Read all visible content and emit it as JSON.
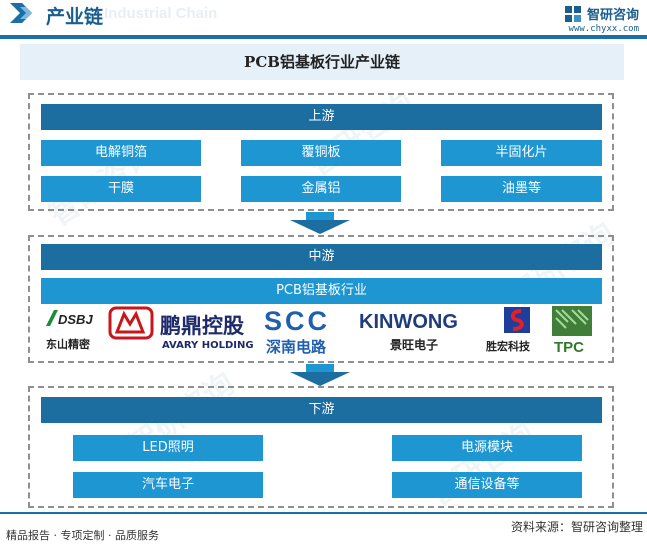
{
  "header": {
    "title": "产业链",
    "watermark": "Industrial Chain",
    "brand_name": "智研咨询",
    "brand_url": "www.chyxx.com"
  },
  "main_title": "PCB铝基板行业产业链",
  "upstream": {
    "label": "上游",
    "items": [
      "电解铜箔",
      "覆铜板",
      "半固化片",
      "干膜",
      "金属铝",
      "油墨等"
    ]
  },
  "midstream": {
    "label": "中游",
    "industry": "PCB铝基板行业",
    "companies": [
      {
        "logo_text": "DSBJ",
        "name": "东山精密"
      },
      {
        "logo_text": "鹏鼎控股",
        "name": "AVARY HOLDING"
      },
      {
        "logo_text": "SCC",
        "name": "深南电路"
      },
      {
        "logo_text": "KINWONG",
        "name": "景旺电子"
      },
      {
        "logo_text": "",
        "name": "胜宏科技"
      },
      {
        "logo_text": "TPC",
        "name": ""
      }
    ]
  },
  "downstream": {
    "label": "下游",
    "items": [
      "LED照明",
      "电源模块",
      "汽车电子",
      "通信设备等"
    ]
  },
  "footer": {
    "left": "精品报告 · 专项定制 · 品质服务",
    "right": "资料来源：智研咨询整理"
  },
  "colors": {
    "dark_blue": "#1c6da0",
    "light_blue": "#1e96d1",
    "header_blue": "#1a5d8f"
  }
}
